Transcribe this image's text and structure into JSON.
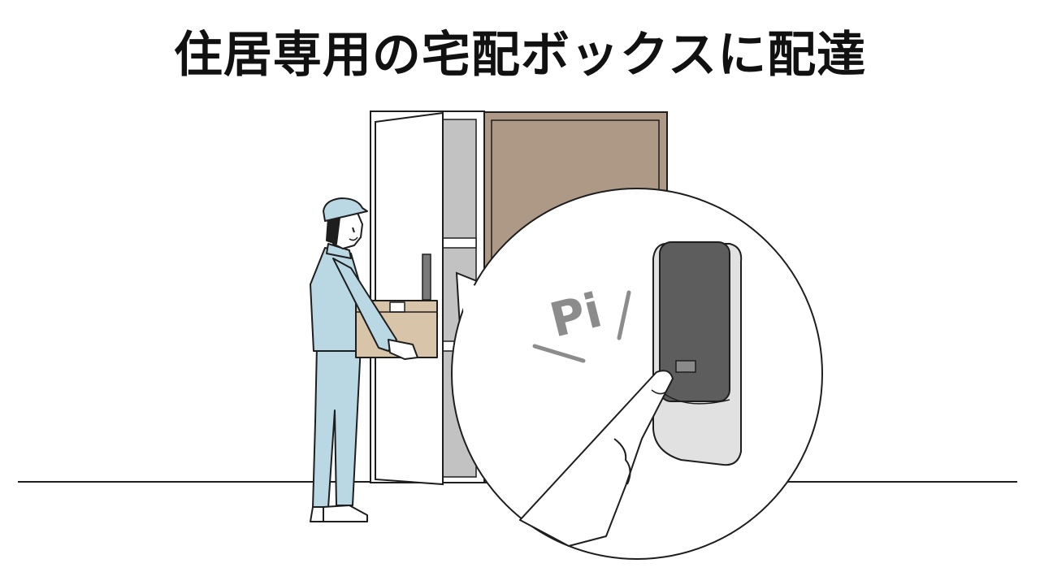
{
  "title": "住居専用の宅配ボックスに配達",
  "zoom_callout": {
    "sound_text": "Pi"
  },
  "colors": {
    "outline": "#1e1e1e",
    "uniform": "#b9d8e4",
    "box_door": "#ad9985",
    "box_frame": "#8b7a68",
    "parcel": "#d8c5a9",
    "panel_dark": "#5d5d5d",
    "panel_body": "#e1e1e1",
    "interior_gray": "#c2c2c2"
  },
  "icons": {
    "scene": "delivery-worker-at-parcel-box-illustration",
    "callout": "fingertip-touching-keypad-callout"
  }
}
